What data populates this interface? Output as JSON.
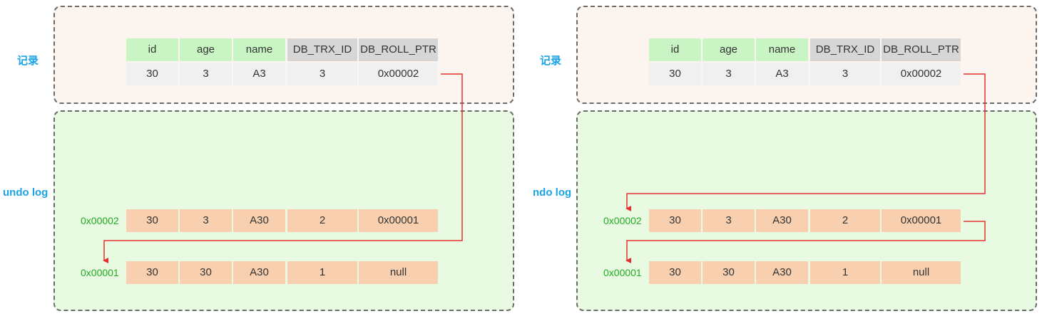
{
  "record_label": "记录",
  "left_undo_label": "undo log",
  "right_undo_label": "ndo log",
  "headers": [
    "id",
    "age",
    "name",
    "DB_TRX_ID",
    "DB_ROLL_PTR"
  ],
  "record_row": [
    "30",
    "3",
    "A3",
    "3",
    "0x00002"
  ],
  "undo_rows": [
    {
      "addr": "0x00002",
      "cells": [
        "30",
        "3",
        "A30",
        "2",
        "0x00001"
      ]
    },
    {
      "addr": "0x00001",
      "cells": [
        "30",
        "30",
        "A30",
        "1",
        "null"
      ]
    }
  ],
  "colors": {
    "header_green": "#c8f5c3",
    "header_gray": "#d6d6d6",
    "record_row": "#f0f0f0",
    "undo_row": "#f8d0b0",
    "label_blue": "#1aa3e8",
    "address_green": "#22aa22",
    "arrow_red": "#e53030"
  }
}
